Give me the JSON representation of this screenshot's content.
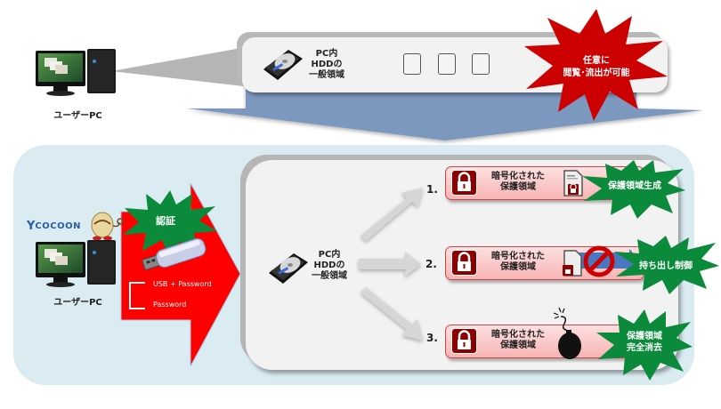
{
  "top": {
    "pc_label": "ユーザーPC",
    "hdd_label": "PC内\nHDDの\n一般領域",
    "document_icons": [
      "document-icon",
      "document-icon",
      "document-icon"
    ],
    "warning_burst": "任意に\n閲覧･流出が可能"
  },
  "bottom": {
    "brand": "COCOON",
    "pc_label": "ユーザーPC",
    "auth_burst": "認証",
    "auth_methods": [
      "USB + Password",
      "Password"
    ],
    "hdd_label": "PC内\nHDDの\n一般領域",
    "steps": [
      {
        "number": "1.",
        "box_label": "暗号化された\n保護領域",
        "icon": "locked-document-icon",
        "burst": "保護領域生成"
      },
      {
        "number": "2.",
        "box_label": "暗号化された\n保護領域",
        "icon": "no-export-icon",
        "burst": "持ち出し制御"
      },
      {
        "number": "3.",
        "box_label": "暗号化された\n保護領域",
        "icon": "bomb-icon",
        "burst": "保護領域\n完全消去"
      }
    ]
  },
  "colors": {
    "warning_red": "#cc0000",
    "auth_arrow_red": "#ff0000",
    "burst_green": "#0a8a3a",
    "lock_dark_red": "#8b0000",
    "flow_arrow_blue": "#7d98bf",
    "bottom_bg": "#daecf2"
  }
}
